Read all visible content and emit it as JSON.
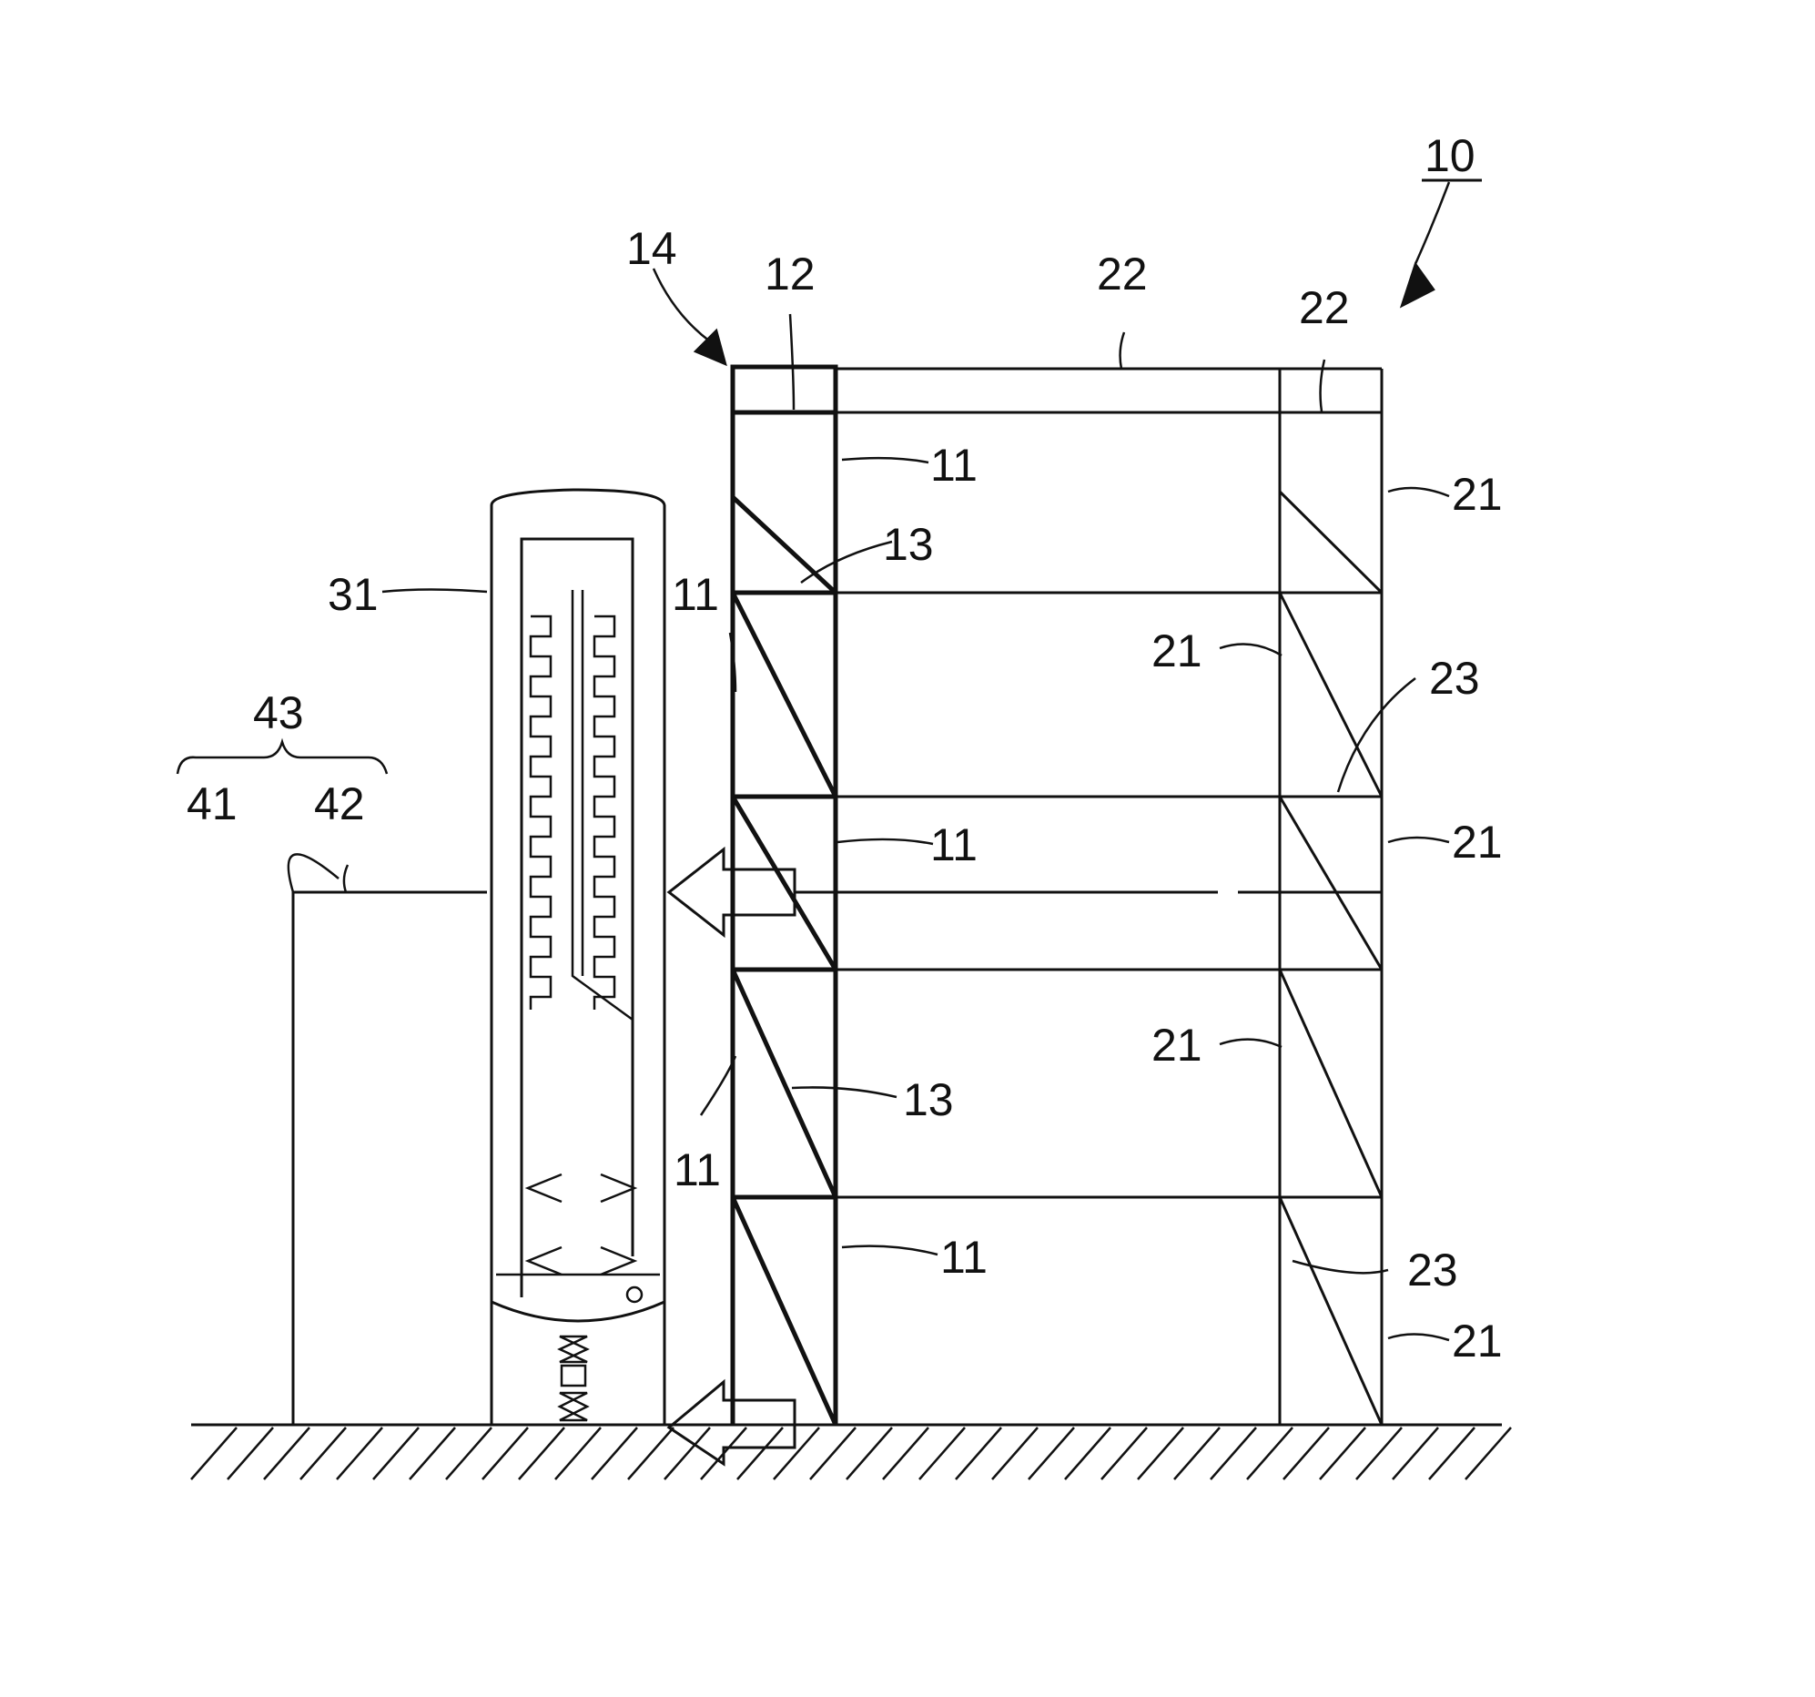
{
  "figure": {
    "labels": {
      "assembly_ref": "10",
      "structure_ref": "14",
      "beam_top": "12",
      "post_left": "11",
      "brace_left": "13",
      "post_right": "21",
      "beam_right": "22",
      "brace_right": "23",
      "tank": "31",
      "housing": "43",
      "housing_wall": "41",
      "housing_roof": "42"
    }
  }
}
